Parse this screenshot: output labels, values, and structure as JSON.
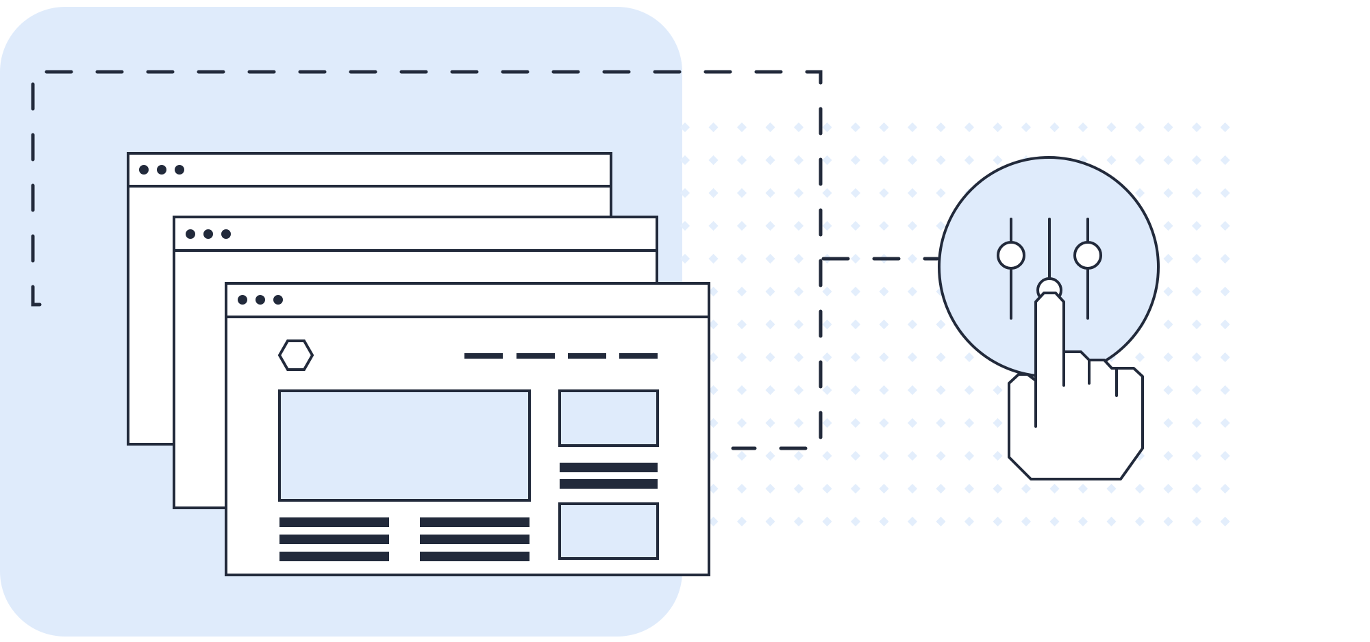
{
  "illustration": {
    "description_free": true,
    "colors": {
      "ink": "#222a3b",
      "accent_fill": "#dfebfb",
      "dot": "#e3eefc",
      "paper": "#ffffff"
    },
    "windows": [
      {
        "layer": "back",
        "control_dots": 3
      },
      {
        "layer": "middle",
        "control_dots": 3
      },
      {
        "layer": "front",
        "control_dots": 3
      }
    ],
    "front_window": {
      "logo_icon": "hexagon-icon",
      "nav_items": 4,
      "content_blocks": [
        "hero-image-block",
        "side-image-block-top",
        "side-image-block-bottom"
      ],
      "text_line_groups": 3
    },
    "control_panel": {
      "icon": "sliders-icon",
      "sliders": 3,
      "pointer": "hand-pointer-icon"
    }
  }
}
